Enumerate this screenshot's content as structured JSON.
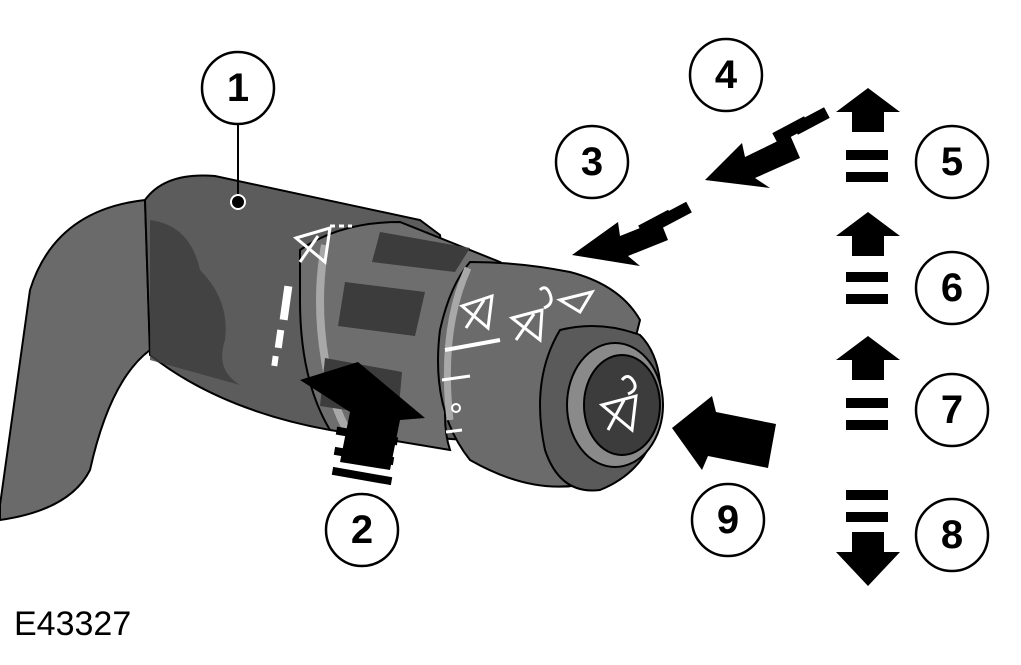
{
  "figure": {
    "id_label": "E43327",
    "callouts": [
      "1",
      "2",
      "3",
      "4",
      "5",
      "6",
      "7",
      "8",
      "9"
    ],
    "colors": {
      "stalk_dark": "#5a5a5a",
      "stalk_mid": "#6b6b6b",
      "stalk_shadow": "#3c3c3c",
      "ring_light": "#9a9a9a",
      "arrow": "#000000"
    },
    "icons": [
      "wiper-icon",
      "washer-icon",
      "rear-wiper-icon"
    ]
  }
}
